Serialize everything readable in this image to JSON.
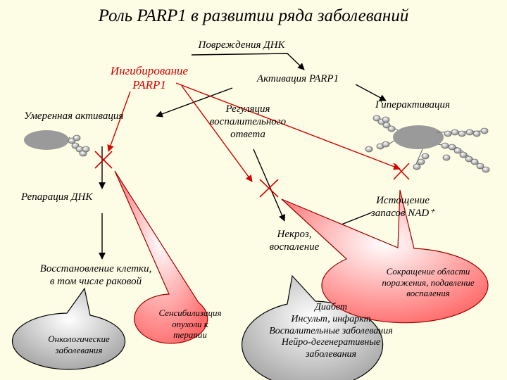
{
  "title": "Роль PARP1 в развитии ряда заболеваний",
  "nodes": {
    "dna_damage": "Повреждения ДНК",
    "inhibition": [
      "Ингибирование",
      "PARP1"
    ],
    "activation": "Активация PARP1",
    "moderate_activation": "Умеренная активация",
    "inflammation_regulation": [
      "Регуляция",
      "воспалительного",
      "ответа"
    ],
    "hyperactivation": "Гиперактивация",
    "dna_repair": "Репарация ДНК",
    "nad_depletion": [
      "Истощение",
      "запасов NAD⁺"
    ],
    "necrosis": [
      "Некроз,",
      "воспаление"
    ],
    "cell_recovery": [
      "Восстановление клетки,",
      "в том числе раковой"
    ]
  },
  "callouts": {
    "oncology": [
      "Онкологические",
      "заболевания"
    ],
    "sensitization": [
      "Сенсибилизация",
      "опухоли к",
      "терапии"
    ],
    "diseases": [
      "Диабет",
      "Инсульт, инфаркт",
      "Воспалительные заболевания",
      "Нейро-дегенеративные",
      "заболевания"
    ],
    "lesion_reduction": [
      "Сокращение области",
      "поражения, подавление",
      "воспаления"
    ]
  },
  "colors": {
    "background": "#fdfde6",
    "accent_red": "#d40000",
    "bead_gray": "#9a9a9a"
  }
}
